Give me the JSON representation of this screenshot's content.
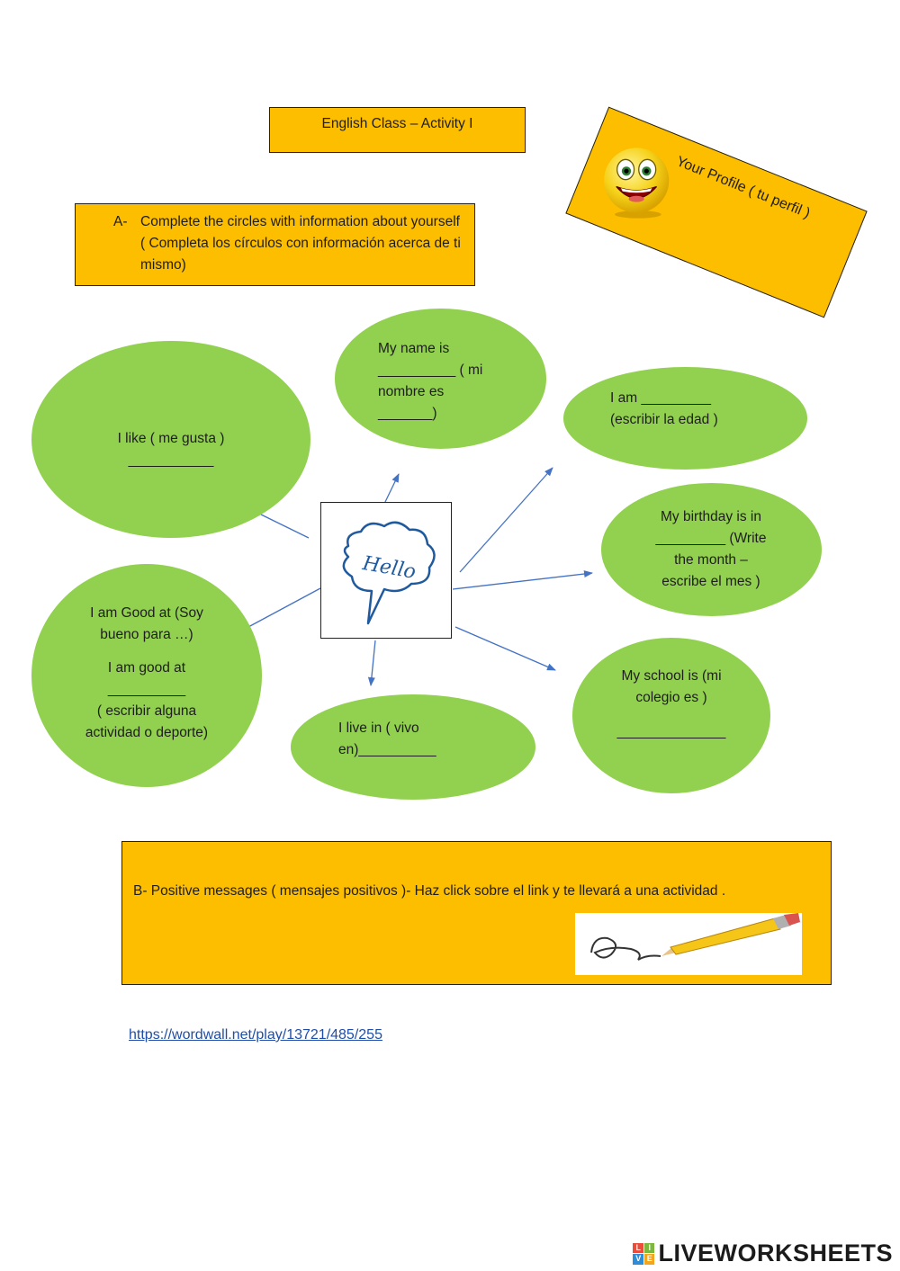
{
  "title": "English Class – Activity I",
  "profile": {
    "title": "Your Profile ( tu perfil )"
  },
  "section_a": {
    "label": "A-",
    "text": "Complete the circles with information about yourself    ( Completa los círculos con información acerca de ti mismo)"
  },
  "center_image": {
    "text": "Hello"
  },
  "bubbles": {
    "like": {
      "line1": "I like ( me gusta )",
      "line2": "___________"
    },
    "name": {
      "line1": "My name is",
      "line2": "__________ ( mi",
      "line3": "nombre es",
      "line4": "_______)"
    },
    "age": {
      "line1": "I am _________",
      "line2": "(escribir la edad )"
    },
    "birthday": {
      "line1": "My birthday is  in",
      "line2": "_________ (Write",
      "line3": "the month –",
      "line4": "escribe el mes )"
    },
    "good_at": {
      "line1": "I am Good at (Soy",
      "line2": "bueno para …)",
      "line3": "I am good at",
      "line4": "__________",
      "line5": "( escribir alguna",
      "line6": "actividad o deporte)"
    },
    "live": {
      "line1": "I  live in ( vivo",
      "line2": "en)__________"
    },
    "school": {
      "line1": "My school is  (mi",
      "line2": "colegio es )",
      "line3": "______________"
    }
  },
  "section_b": {
    "text": "B-  Positive messages ( mensajes positivos )- Haz click sobre el link y te llevará a una actividad ."
  },
  "link": {
    "url": "https://wordwall.net/play/13721/485/255"
  },
  "branding": {
    "name": "LIVEWORKSHEETS",
    "logo_letters": [
      "L",
      "I",
      "V",
      "E"
    ]
  },
  "colors": {
    "orange": "#fdbe00",
    "green": "#92d050",
    "arrow": "#4472c4",
    "link": "#1f4ea8"
  }
}
